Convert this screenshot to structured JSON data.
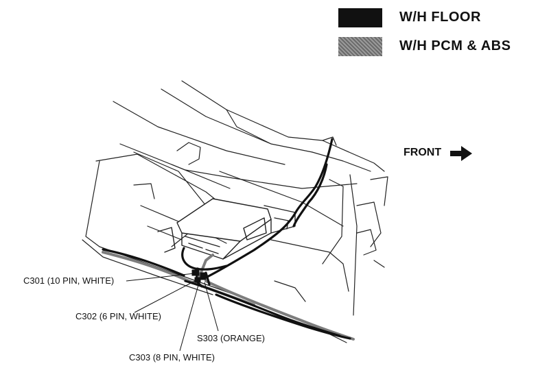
{
  "legend": {
    "items": [
      {
        "label": "W/H FLOOR",
        "color": "#111111"
      },
      {
        "label": "W/H PCM & ABS",
        "color": "#7d7d7d"
      }
    ]
  },
  "direction": {
    "label": "FRONT"
  },
  "callouts": {
    "c301": "C301 (10 PIN, WHITE)",
    "c302": "C302 (6 PIN, WHITE)",
    "s303": "S303 (ORANGE)",
    "c303": "C303 (8 PIN, WHITE)"
  }
}
